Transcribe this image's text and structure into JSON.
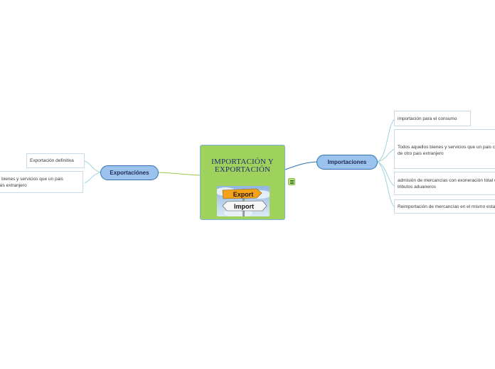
{
  "central": {
    "title_line1": "IMPORTACIÓN Y",
    "title_line2": "EXPORTACIÓN",
    "image_sign_export": "Export",
    "image_sign_import": "Import"
  },
  "importaciones": {
    "label": "Importaciones",
    "children": [
      {
        "line1": "importación para el consumo",
        "line2": ""
      },
      {
        "line1": "Todos aquellos bienes y servicios que un pais compra",
        "line2": "de otro pais extranjero"
      },
      {
        "line1": "admisión de mercancías con exoneración total o parcial de",
        "line2": "tributos aduaneros"
      },
      {
        "line1": "Reimportación de mercancías en el mismo estado",
        "line2": ""
      }
    ]
  },
  "exportaciones": {
    "label": "Exportaciónes",
    "children": [
      {
        "line1": "Exportación definitiva",
        "line2": ""
      },
      {
        "line1": "Todos aquellos bienes y servicios que un pais",
        "line2": "vende a otro pais extranjero"
      }
    ]
  },
  "colors": {
    "central_fill": "#9fd25d",
    "main_topic_fill": "#9cc3ee",
    "link_right": "#2f70b0",
    "link_left": "#9cc44a",
    "sub_link": "#9fd3dd"
  }
}
